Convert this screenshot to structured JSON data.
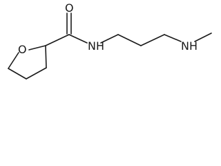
{
  "molecule": {
    "atoms": {
      "ring_oxygen": "O",
      "carbonyl_oxygen": "O",
      "amide_nitrogen": "N",
      "amide_hydrogen": "H",
      "amine_nitrogen": "N",
      "amine_hydrogen": "H"
    },
    "colors": {
      "bond": "#1a1a1a",
      "label": "#1a1a1a",
      "background": "#ffffff"
    }
  }
}
